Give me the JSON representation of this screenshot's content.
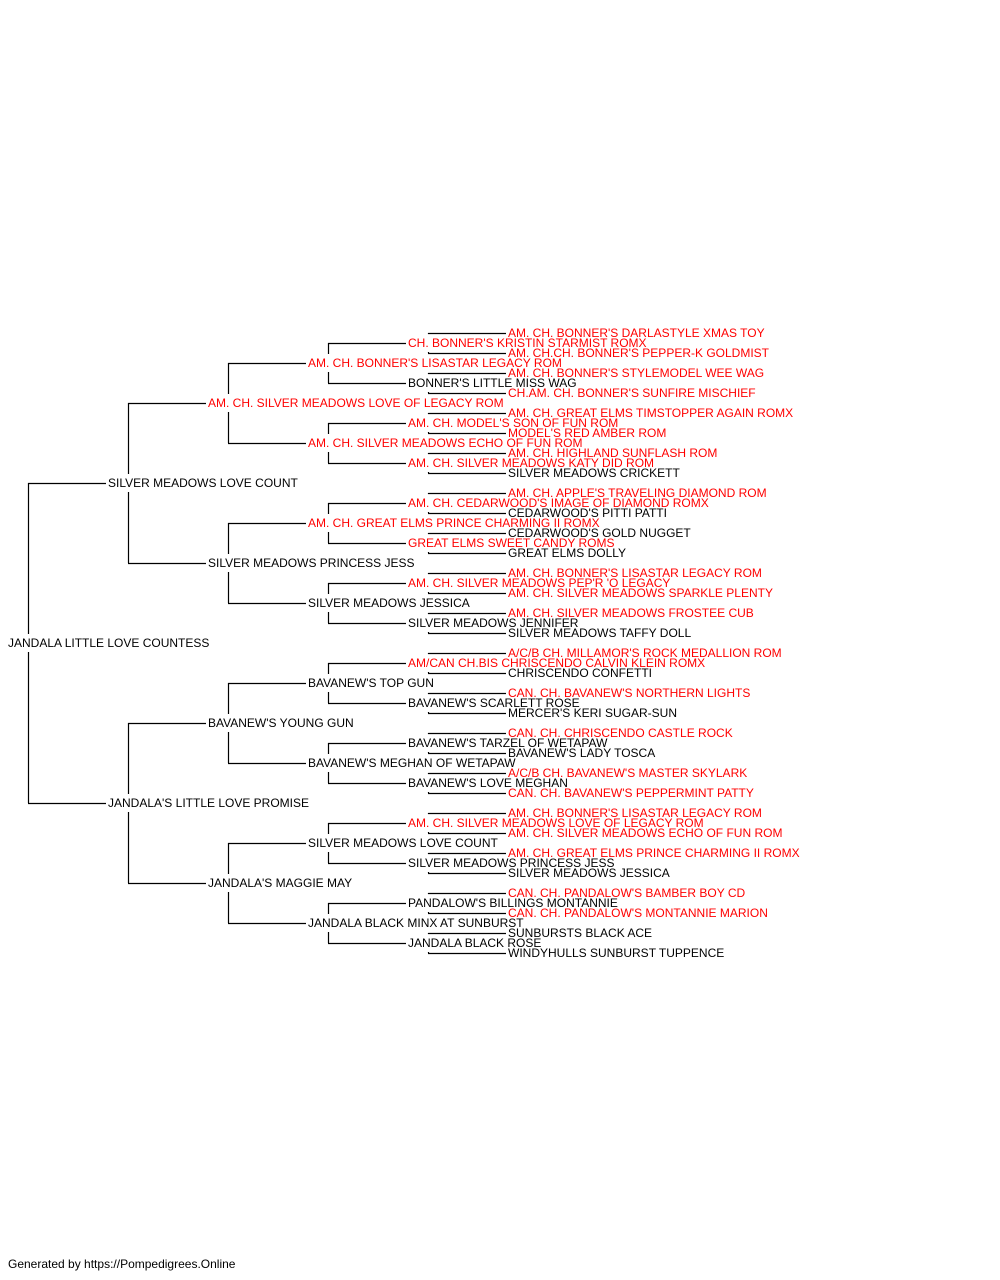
{
  "colors": {
    "champion": "#ff0000",
    "normal": "#000000",
    "line": "#000000"
  },
  "pedigree": {
    "name": "JANDALA LITTLE LOVE COUNTESS",
    "champ": false,
    "sire": {
      "name": "SILVER MEADOWS LOVE COUNT",
      "champ": false,
      "sire": {
        "name": "AM. CH. SILVER MEADOWS LOVE OF LEGACY ROM",
        "champ": true,
        "sire": {
          "name": "AM. CH. BONNER'S LISASTAR LEGACY ROM",
          "champ": true,
          "sire": {
            "name": "CH. BONNER'S KRISTIN STARMIST ROMX",
            "champ": true,
            "sire": {
              "name": "AM. CH. BONNER'S DARLASTYLE XMAS TOY",
              "champ": true
            },
            "dam": {
              "name": "AM. CH.CH. BONNER'S PEPPER-K GOLDMIST",
              "champ": true
            }
          },
          "dam": {
            "name": "BONNER'S LITTLE MISS WAG",
            "champ": false,
            "sire": {
              "name": "AM. CH. BONNER'S STYLEMODEL WEE WAG",
              "champ": true
            },
            "dam": {
              "name": "CH.AM. CH. BONNER'S SUNFIRE MISCHIEF",
              "champ": true
            }
          }
        },
        "dam": {
          "name": "AM. CH. SILVER MEADOWS ECHO OF FUN ROM",
          "champ": true,
          "sire": {
            "name": "AM. CH. MODEL'S SON OF FUN ROM",
            "champ": true,
            "sire": {
              "name": "AM. CH. GREAT ELMS TIMSTOPPER AGAIN ROMX",
              "champ": true
            },
            "dam": {
              "name": "MODEL'S RED AMBER ROM",
              "champ": true
            }
          },
          "dam": {
            "name": "AM. CH. SILVER MEADOWS KATY DID ROM",
            "champ": true,
            "sire": {
              "name": "AM. CH. HIGHLAND SUNFLASH ROM",
              "champ": true
            },
            "dam": {
              "name": "SILVER MEADOWS CRICKETT",
              "champ": false
            }
          }
        }
      },
      "dam": {
        "name": "SILVER MEADOWS PRINCESS JESS",
        "champ": false,
        "sire": {
          "name": "AM. CH. GREAT ELMS PRINCE CHARMING II ROMX",
          "champ": true,
          "sire": {
            "name": "AM. CH. CEDARWOOD'S IMAGE OF DIAMOND ROMX",
            "champ": true,
            "sire": {
              "name": "AM. CH. APPLE'S TRAVELING DIAMOND ROM",
              "champ": true
            },
            "dam": {
              "name": "CEDARWOOD'S PITTI PATTI",
              "champ": false
            }
          },
          "dam": {
            "name": "GREAT ELMS SWEET CANDY ROMS",
            "champ": true,
            "sire": {
              "name": "CEDARWOOD'S GOLD NUGGET",
              "champ": false
            },
            "dam": {
              "name": "GREAT ELMS DOLLY",
              "champ": false
            }
          }
        },
        "dam": {
          "name": "SILVER MEADOWS JESSICA",
          "champ": false,
          "sire": {
            "name": "AM. CH. SILVER MEADOWS PEP'R 'O LEGACY",
            "champ": true,
            "sire": {
              "name": "AM. CH. BONNER'S LISASTAR LEGACY ROM",
              "champ": true
            },
            "dam": {
              "name": "AM. CH. SILVER MEADOWS SPARKLE PLENTY",
              "champ": true
            }
          },
          "dam": {
            "name": "SILVER MEADOWS JENNIFER",
            "champ": false,
            "sire": {
              "name": "AM. CH. SILVER MEADOWS FROSTEE CUB",
              "champ": true
            },
            "dam": {
              "name": "SILVER MEADOWS TAFFY DOLL",
              "champ": false
            }
          }
        }
      }
    },
    "dam": {
      "name": "JANDALA'S LITTLE LOVE PROMISE",
      "champ": false,
      "sire": {
        "name": "BAVANEW'S YOUNG GUN",
        "champ": false,
        "sire": {
          "name": "BAVANEW'S TOP GUN",
          "champ": false,
          "sire": {
            "name": "AM/CAN CH.BIS CHRISCENDO CALVIN KLEIN ROMX",
            "champ": true,
            "sire": {
              "name": "A/C/B CH. MILLAMOR'S ROCK MEDALLION ROM",
              "champ": true
            },
            "dam": {
              "name": "CHRISCENDO CONFETTI",
              "champ": false
            }
          },
          "dam": {
            "name": "BAVANEW'S SCARLETT ROSE",
            "champ": false,
            "sire": {
              "name": "CAN. CH. BAVANEW'S NORTHERN LIGHTS",
              "champ": true
            },
            "dam": {
              "name": "MERCER'S KERI SUGAR-SUN",
              "champ": false
            }
          }
        },
        "dam": {
          "name": "BAVANEW'S MEGHAN OF WETAPAW",
          "champ": false,
          "sire": {
            "name": "BAVANEW'S TARZEL OF WETAPAW",
            "champ": false,
            "sire": {
              "name": "CAN. CH. CHRISCENDO CASTLE ROCK",
              "champ": true
            },
            "dam": {
              "name": "BAVANEW'S LADY TOSCA",
              "champ": false
            }
          },
          "dam": {
            "name": "BAVANEW'S LOVE MEGHAN",
            "champ": false,
            "sire": {
              "name": "A/C/B CH. BAVANEW'S MASTER SKYLARK",
              "champ": true
            },
            "dam": {
              "name": "CAN. CH. BAVANEW'S PEPPERMINT PATTY",
              "champ": true
            }
          }
        }
      },
      "dam": {
        "name": "JANDALA'S MAGGIE MAY",
        "champ": false,
        "sire": {
          "name": "SILVER MEADOWS LOVE COUNT",
          "champ": false,
          "sire": {
            "name": "AM. CH. SILVER MEADOWS LOVE OF LEGACY ROM",
            "champ": true,
            "sire": {
              "name": "AM. CH. BONNER'S LISASTAR LEGACY ROM",
              "champ": true
            },
            "dam": {
              "name": "AM. CH. SILVER MEADOWS ECHO OF FUN ROM",
              "champ": true
            }
          },
          "dam": {
            "name": "SILVER MEADOWS PRINCESS JESS",
            "champ": false,
            "sire": {
              "name": "AM. CH. GREAT ELMS PRINCE CHARMING II ROMX",
              "champ": true
            },
            "dam": {
              "name": "SILVER MEADOWS JESSICA",
              "champ": false
            }
          }
        },
        "dam": {
          "name": "JANDALA BLACK MINX AT SUNBURST",
          "champ": false,
          "sire": {
            "name": "PANDALOW'S BILLINGS MONTANNIE",
            "champ": false,
            "sire": {
              "name": "CAN. CH. PANDALOW'S BAMBER BOY CD",
              "champ": true
            },
            "dam": {
              "name": "CAN. CH. PANDALOW'S MONTANNIE MARION",
              "champ": true
            }
          },
          "dam": {
            "name": "JANDALA BLACK ROSE",
            "champ": false,
            "sire": {
              "name": "SUNBURSTS BLACK ACE",
              "champ": false
            },
            "dam": {
              "name": "WINDYHULLS SUNBURST TUPPENCE",
              "champ": false
            }
          }
        }
      }
    }
  },
  "footer": "Generated by https://Pompedigrees.Online"
}
